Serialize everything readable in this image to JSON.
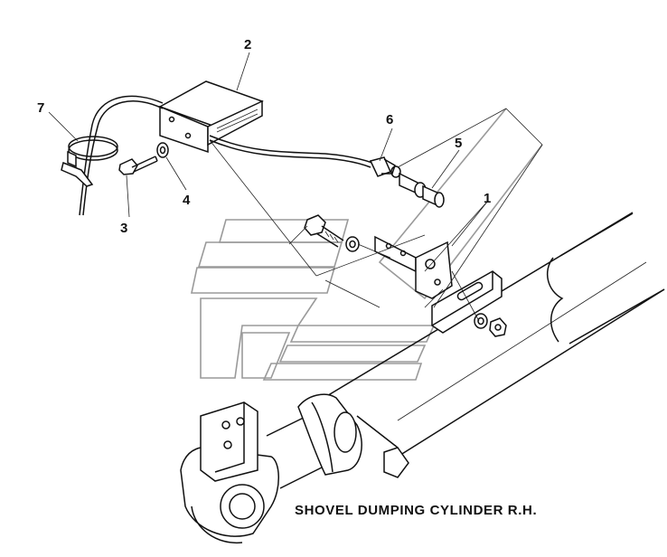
{
  "caption": "SHOVEL DUMPING CYLINDER R.H.",
  "callouts": [
    "1",
    "2",
    "3",
    "4",
    "5",
    "6",
    "7"
  ],
  "watermark_icon": "stylized-logo-watermark"
}
